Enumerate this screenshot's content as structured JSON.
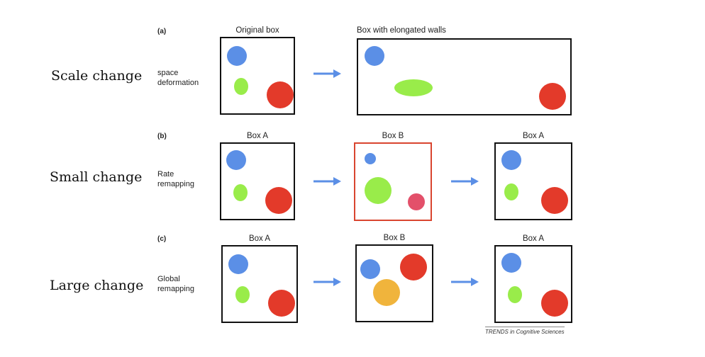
{
  "colors": {
    "blue": "#5b8fe6",
    "green": "#99ec4a",
    "red": "#e33a2a",
    "pink": "#e3506a",
    "orange": "#f0b43c",
    "arrow": "#5b8fe6",
    "box_border": "#111111",
    "box_highlight_border": "#d9452f"
  },
  "rows": [
    {
      "label": "Scale change",
      "letter": "(a)",
      "description": "space\ndeformation",
      "boxes": [
        {
          "title": "Original box"
        },
        {
          "title": "Box with elongated walls"
        }
      ]
    },
    {
      "label": "Small change",
      "letter": "(b)",
      "description": "Rate\nremapping",
      "boxes": [
        {
          "title": "Box A"
        },
        {
          "title": "Box B"
        },
        {
          "title": "Box A"
        }
      ]
    },
    {
      "label": "Large change",
      "letter": "(c)",
      "description": "Global\nremapping",
      "boxes": [
        {
          "title": "Box A"
        },
        {
          "title": "Box B"
        },
        {
          "title": "Box A"
        }
      ]
    }
  ],
  "credit": "TRENDS in Cognitive Sciences"
}
